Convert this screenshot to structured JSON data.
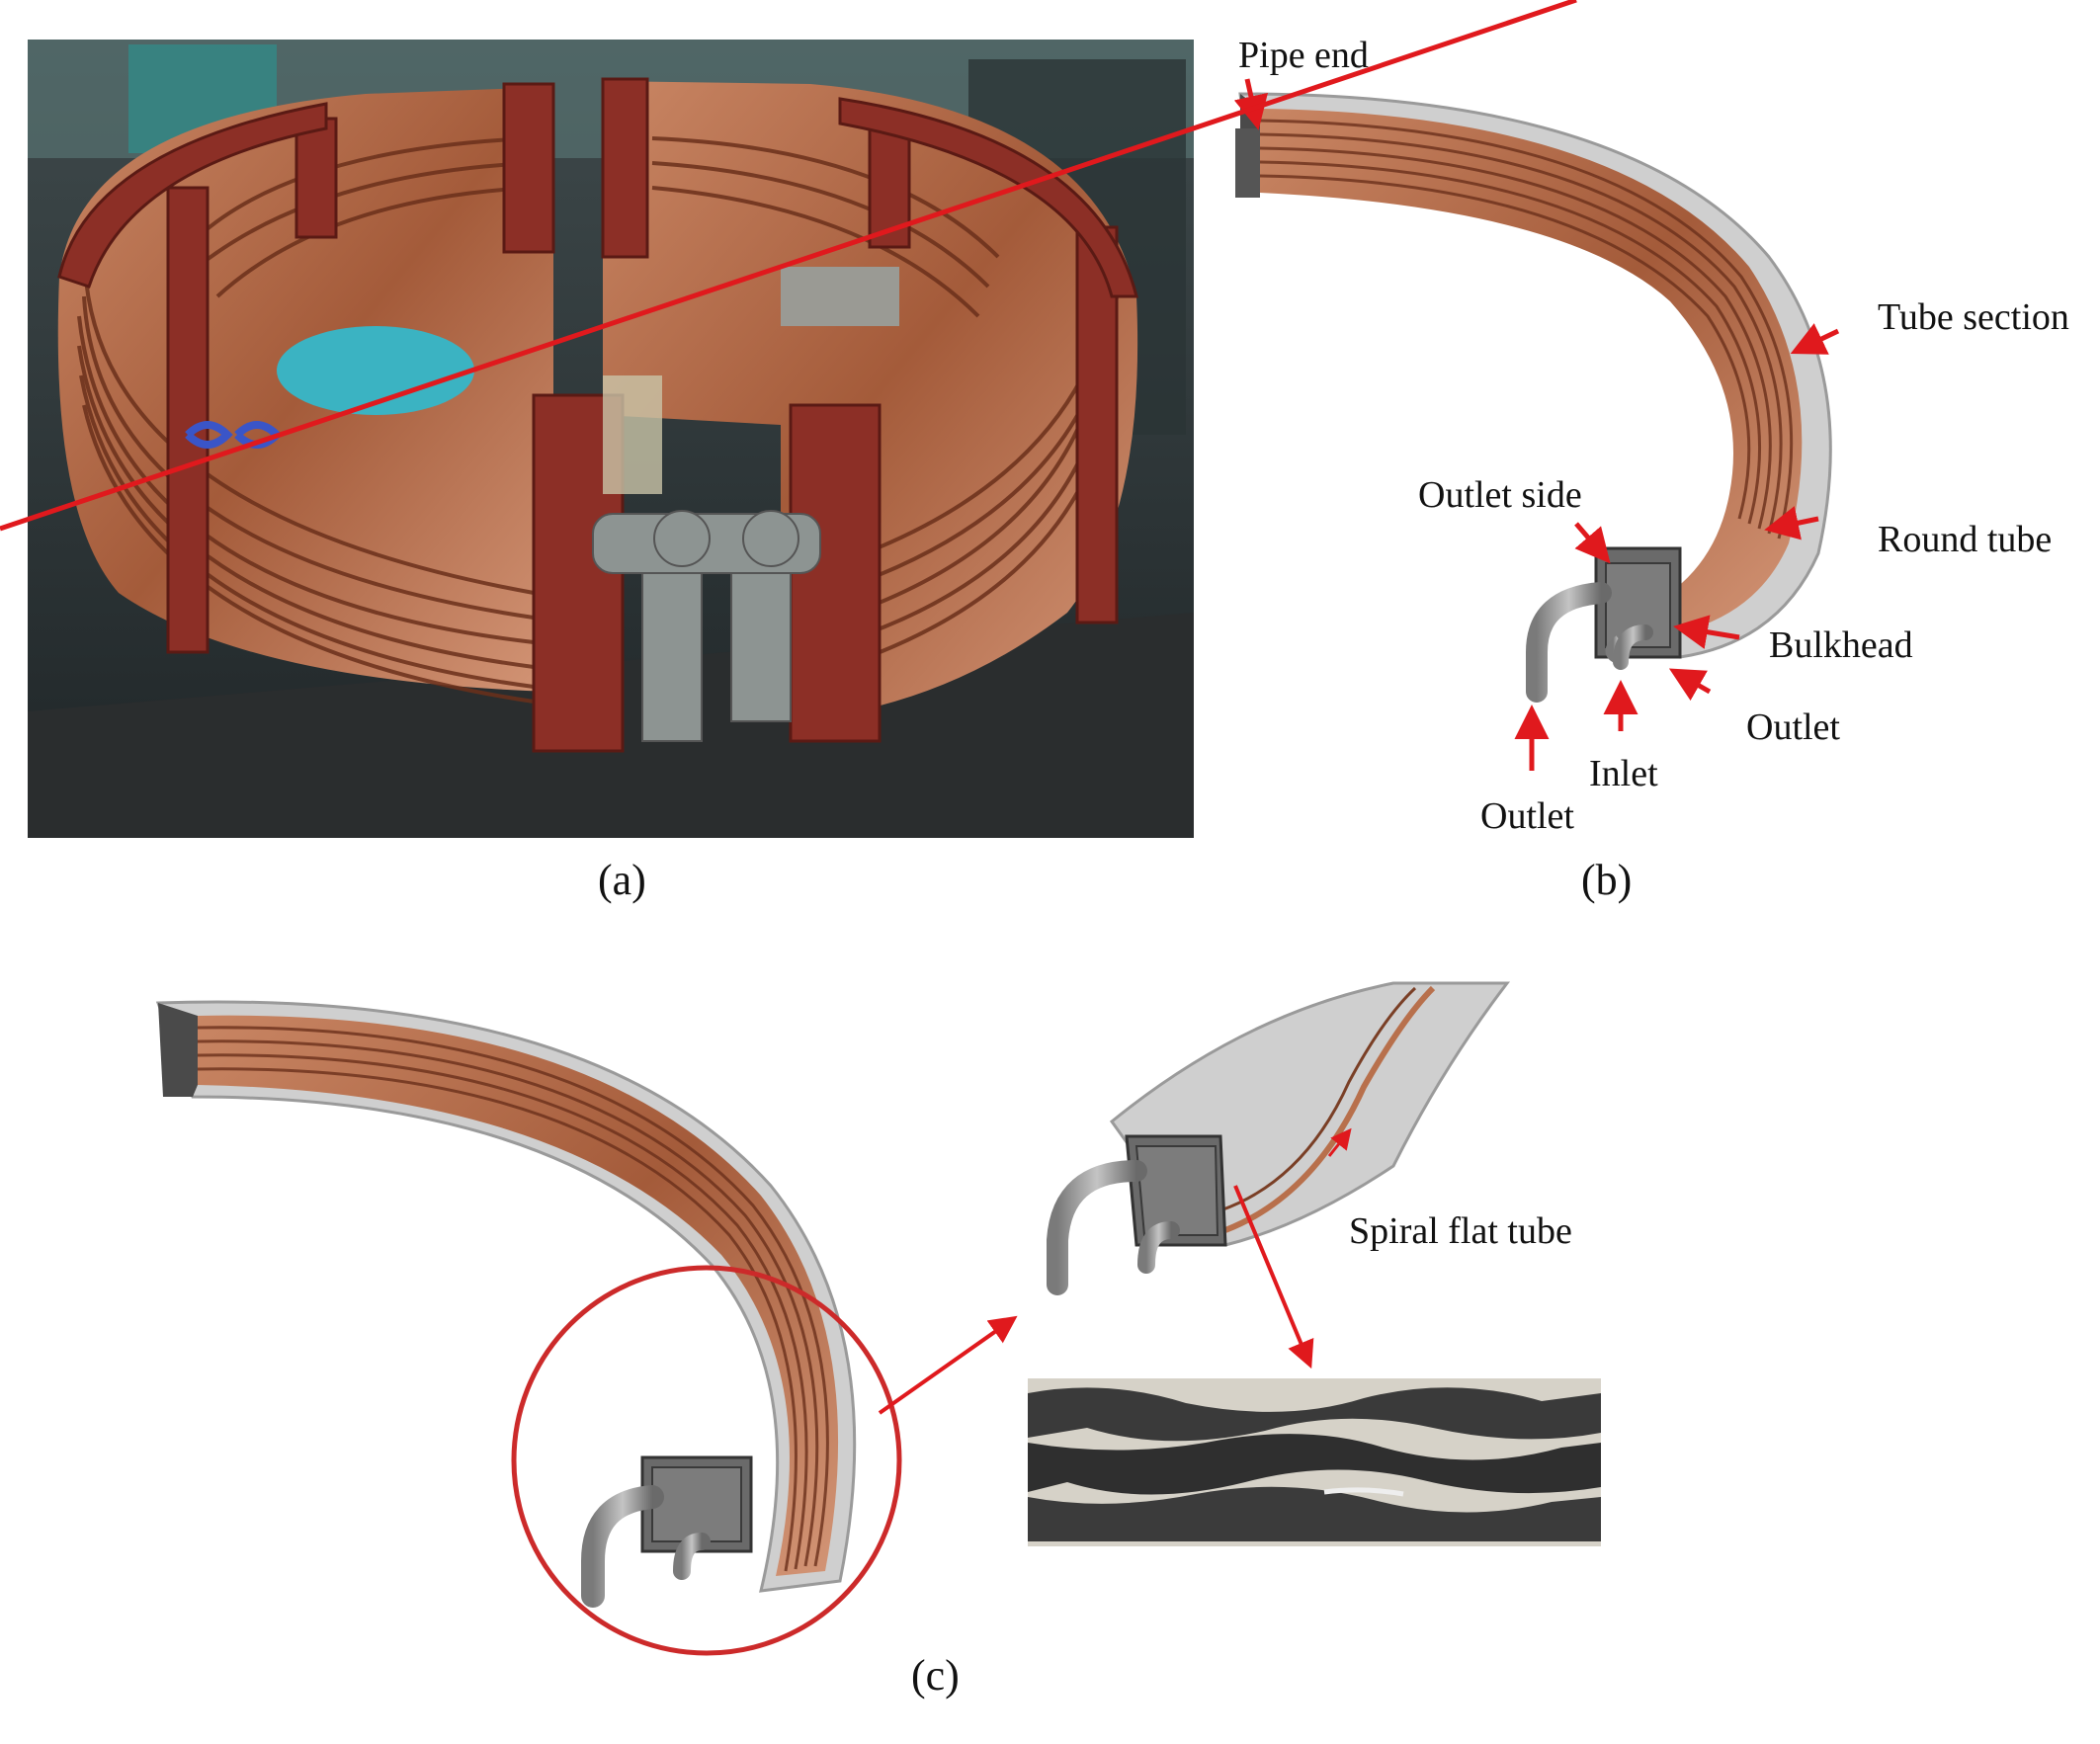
{
  "panels": {
    "a": {
      "label": "(a)"
    },
    "b": {
      "label": "(b)",
      "callouts": {
        "pipe_end": "Pipe end",
        "tube_section": "Tube section",
        "round_tube": "Round tube",
        "outlet_side": "Outlet side",
        "bulkhead": "Bulkhead",
        "outlet_right": "Outlet",
        "inlet": "Inlet",
        "outlet_left": "Outlet"
      }
    },
    "c": {
      "label": "(c)",
      "callouts": {
        "spiral_flat_tube": "Spiral flat tube"
      }
    }
  },
  "colors": {
    "copper": "#b8704c",
    "copper_dark": "#7a3f26",
    "frame_red": "#8c2f26",
    "shell_gray": "#cfcfcf",
    "arrow_red": "#e0191d",
    "callout_circle": "#cc2a2a",
    "flat_tube_dark": "#3a3a3a"
  }
}
